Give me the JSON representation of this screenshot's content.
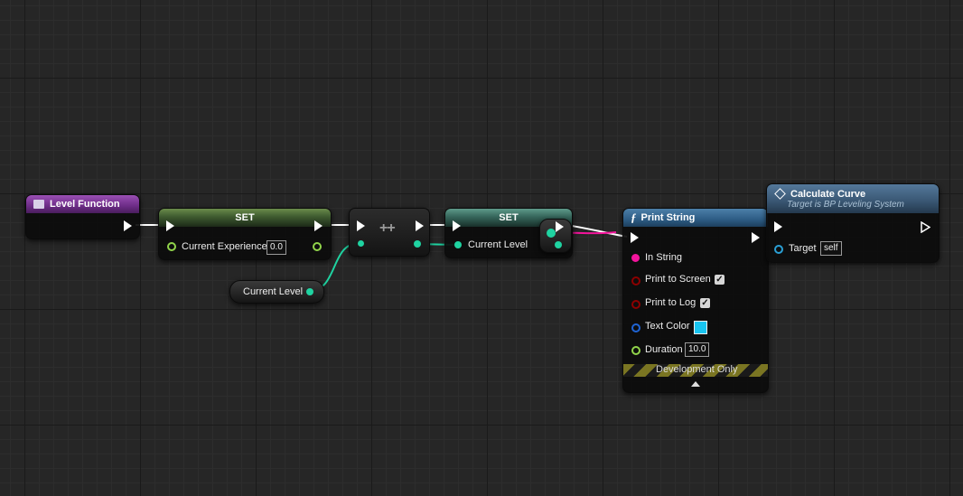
{
  "colors": {
    "exec": "#ffffff",
    "int_pin": "#1fd3a1",
    "float_pin": "#91d44b",
    "string_pin": "#f3149c",
    "bool_pin": "#8c0000",
    "struct_pin": "#1f63d4",
    "object_pin": "#2a9fd4"
  },
  "nodes": {
    "level_function": {
      "title": "Level Function",
      "icon": "function-entry-icon"
    },
    "set_experience": {
      "title": "SET",
      "pin_label": "Current Experience",
      "value": "0.0"
    },
    "current_level_getter": {
      "label": "Current Level"
    },
    "increment": {
      "title": "++"
    },
    "set_level": {
      "title": "SET",
      "pin_label": "Current Level"
    },
    "print_string": {
      "title": "Print String",
      "icon": "function-icon",
      "pins": {
        "in_string": "In String",
        "print_to_screen": "Print to Screen",
        "print_to_log": "Print to Log",
        "text_color": "Text Color",
        "duration": "Duration"
      },
      "print_to_screen_checked": true,
      "print_to_log_checked": true,
      "text_color": "#18c4f0",
      "duration_value": "10.0",
      "dev_only_label": "Development Only"
    },
    "calculate_curve": {
      "title": "Calculate Curve",
      "subtitle": "Target is BP Leveling System",
      "target_label": "Target",
      "target_value": "self"
    }
  }
}
